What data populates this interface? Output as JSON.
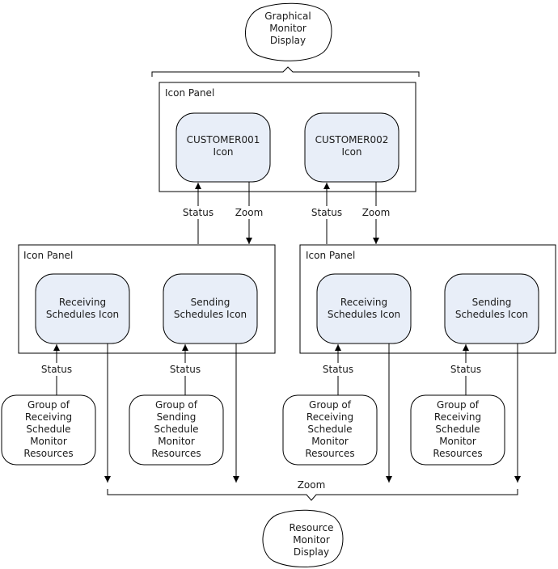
{
  "graphical_display": [
    "Graphical",
    "Monitor",
    "Display"
  ],
  "resource_display": [
    "Resource",
    "Monitor",
    "Display"
  ],
  "top_panel": {
    "label": "Icon Panel",
    "icons": [
      [
        "CUSTOMER001",
        "Icon"
      ],
      [
        "CUSTOMER002",
        "Icon"
      ]
    ]
  },
  "left_panel": {
    "label": "Icon Panel",
    "icons": [
      [
        "Receiving",
        "Schedules Icon"
      ],
      [
        "Sending",
        "Schedules Icon"
      ]
    ]
  },
  "right_panel": {
    "label": "Icon Panel",
    "icons": [
      [
        "Receiving",
        "Schedules Icon"
      ],
      [
        "Sending",
        "Schedules Icon"
      ]
    ]
  },
  "resource_groups": [
    [
      "Group of",
      "Receiving",
      "Schedule",
      "Monitor",
      "Resources"
    ],
    [
      "Group of",
      "Sending",
      "Schedule",
      "Monitor",
      "Resources"
    ],
    [
      "Group of",
      "Receiving",
      "Schedule",
      "Monitor",
      "Resources"
    ],
    [
      "Group of",
      "Receiving",
      "Schedule",
      "Monitor",
      "Resources"
    ]
  ],
  "labels": {
    "status": "Status",
    "zoom": "Zoom"
  }
}
